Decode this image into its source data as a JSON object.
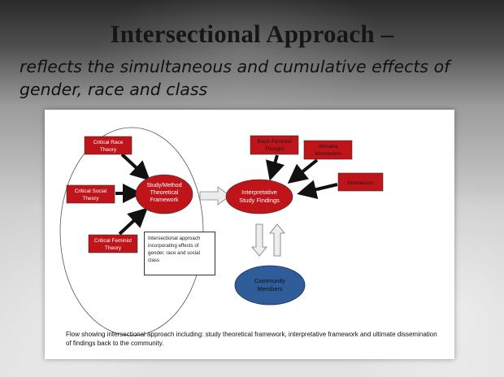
{
  "slide": {
    "title": "Intersectional Approach –",
    "subtitle": "reflects the simultaneous and cumulative effects of gender, race and class"
  },
  "diagram": {
    "nodes": {
      "critical_race_theory": [
        "Critical Race",
        "Theory"
      ],
      "critical_social_theory": [
        "Critical Social",
        "Theory"
      ],
      "critical_feminist_theory": [
        "Critical Feminist",
        "Theory"
      ],
      "study_method": [
        "Study/Method",
        "Theoretical",
        "Framework"
      ],
      "black_feminist_thought": [
        "Black Feminist",
        "Thought"
      ],
      "africana_womanism": [
        "Africana",
        "Womanism"
      ],
      "womanism": [
        "Womanism"
      ],
      "interpretative_findings": [
        "Interpretative",
        "Study Findings"
      ],
      "community_members": [
        "Community",
        "Members"
      ]
    },
    "note": "Intersectional approach incorporating effects of gender, race and social class",
    "caption": "Flow showing intersectional approach including: study theoretical framework, interpretative framework and ultimate dissemination of findings back to the community.",
    "colors": {
      "red_box": "#c0141b",
      "red_ellipse": "#c0141b",
      "blue_ellipse": "#2f5d99",
      "arrow": "#111111"
    }
  }
}
